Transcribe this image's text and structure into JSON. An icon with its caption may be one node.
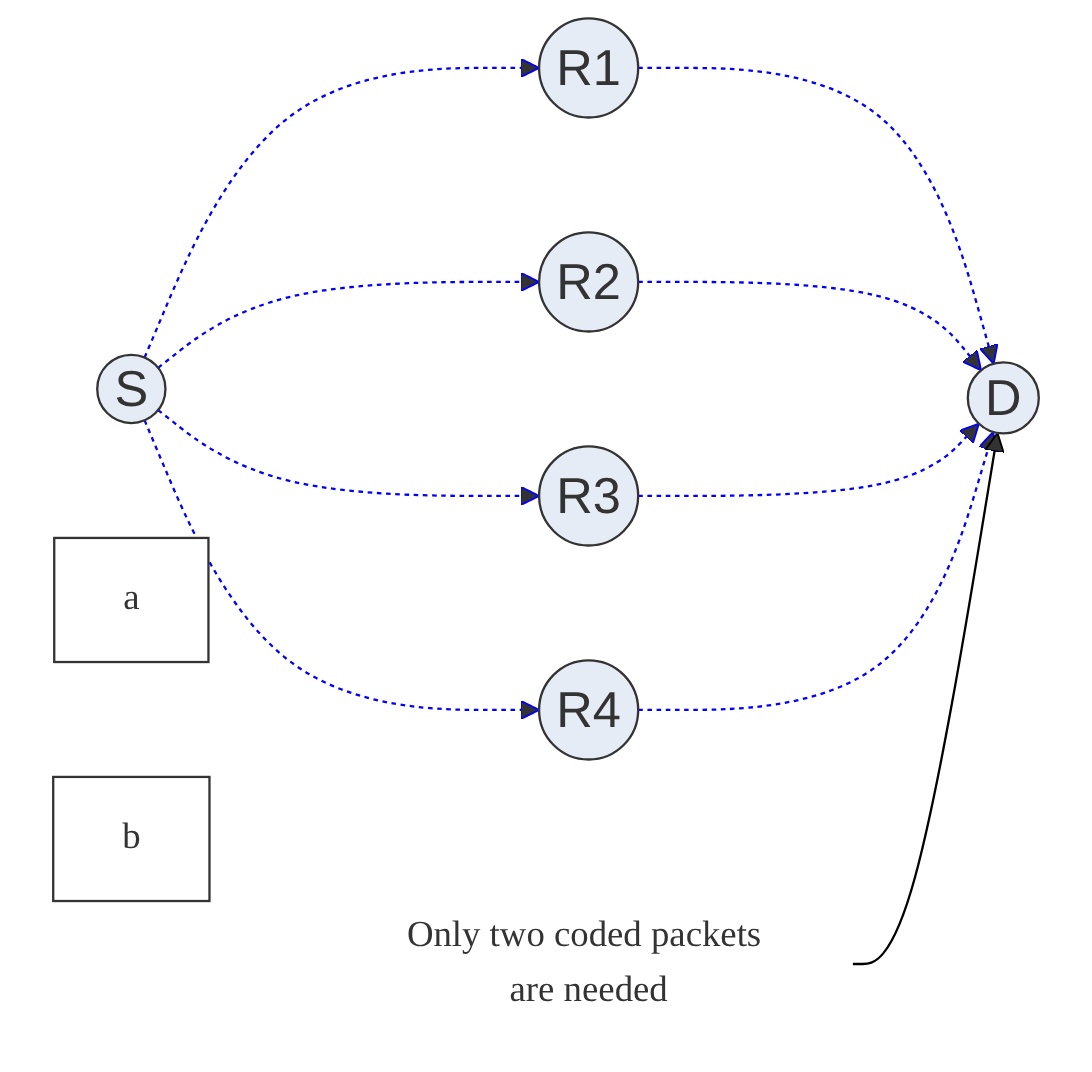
{
  "diagram": {
    "nodes": [
      {
        "text": [
          "S"
        ]
      },
      {
        "text": [
          "R1"
        ]
      },
      {
        "text": [
          "R2"
        ]
      },
      {
        "text": [
          "R3"
        ]
      },
      {
        "text": [
          "R4"
        ]
      },
      {
        "text": [
          "D"
        ]
      },
      {
        "text": [
          "a"
        ]
      },
      {
        "text": [
          "b"
        ]
      },
      {
        "text": [
          "Only two coded packets are needed"
        ]
      }
    ],
    "edges": [
      {
        "from": 0,
        "to": 1,
        "arrow": "to",
        "style": "dashed"
      },
      {
        "from": 0,
        "to": 2,
        "arrow": "to",
        "style": "dashed"
      },
      {
        "from": 0,
        "to": 3,
        "arrow": "to",
        "style": "dashed"
      },
      {
        "from": 0,
        "to": 4,
        "arrow": "to",
        "style": "dashed"
      },
      {
        "from": 1,
        "to": 5,
        "arrow": "to",
        "style": "dashed"
      },
      {
        "from": 2,
        "to": 5,
        "arrow": "to",
        "style": "dashed"
      },
      {
        "from": 3,
        "to": 5,
        "arrow": "to",
        "style": "dashed"
      },
      {
        "from": 4,
        "to": 5,
        "arrow": "to",
        "style": "dashed"
      },
      {
        "from": 8,
        "to": 5,
        "arrow": "to",
        "color": "#000000"
      }
    ]
  }
}
